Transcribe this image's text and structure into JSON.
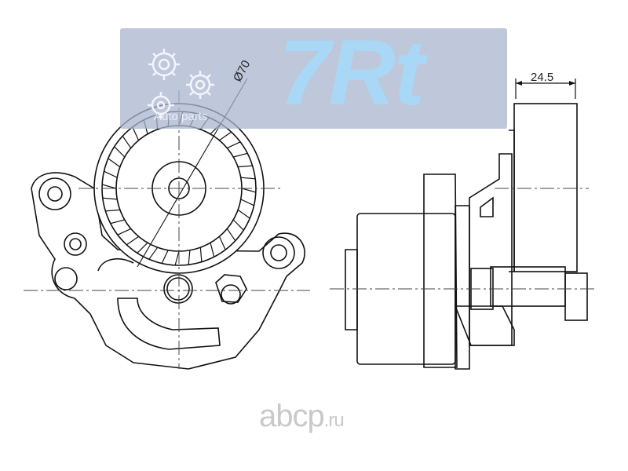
{
  "logo": {
    "text": "7Rt",
    "subtitle": "Auto parts",
    "gear_icon": "gear-icon"
  },
  "dimensions": {
    "pulley_diameter": "Ø70",
    "width": "24.5"
  },
  "watermark": {
    "name": "abcp",
    "tld": ".ru"
  },
  "colors": {
    "line": "#111111",
    "banner": "#aab4cd",
    "logo_text": "#a9d8f7"
  }
}
